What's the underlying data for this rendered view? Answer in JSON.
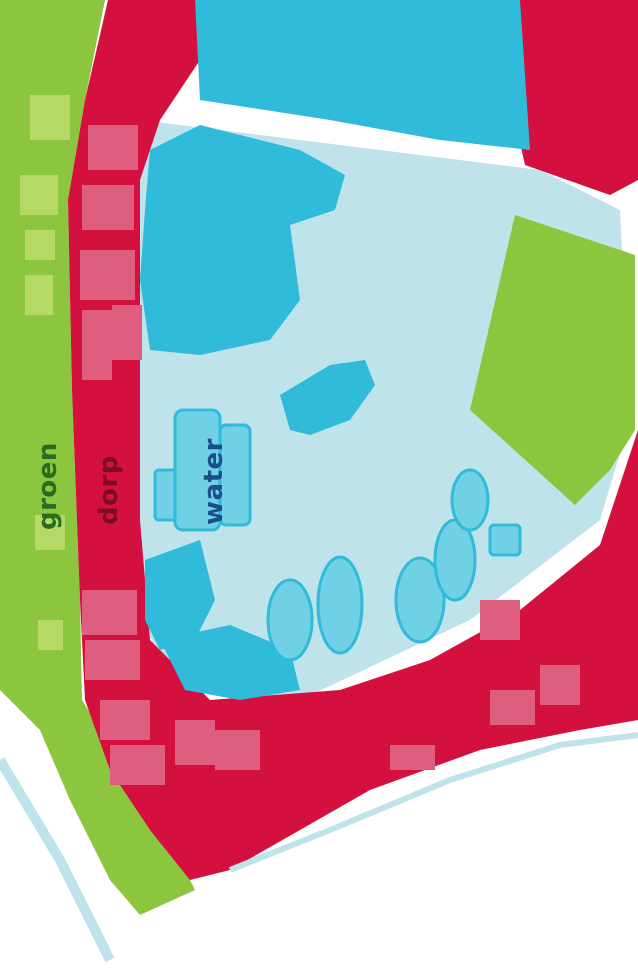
{
  "labels": {
    "green": "groen",
    "village": "dorp",
    "water": "water"
  },
  "colors": {
    "green": "#8cc63f",
    "green_light": "#b5d867",
    "village": "#d4103f",
    "village_light": "#de5e7f",
    "water_light": "#bfe3ea",
    "water_dark": "#2fbbd9",
    "water_mid": "#6fd0e6",
    "label_green": "#2b6b1f",
    "label_village": "#7d0b23",
    "label_water": "#1c4f8a"
  }
}
